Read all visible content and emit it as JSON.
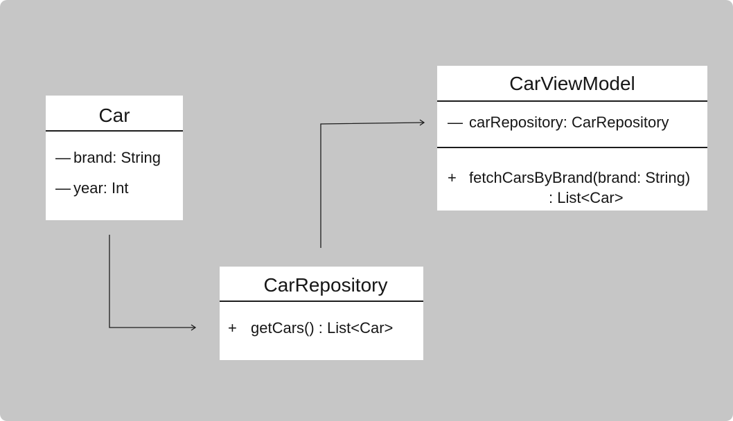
{
  "colors": {
    "background": "#c6c6c6",
    "box_fill": "#ffffff",
    "line": "#1c1c1c",
    "text": "#161616"
  },
  "car": {
    "name": "Car",
    "attributes": [
      {
        "visibility": "—",
        "text": "brand: String"
      },
      {
        "visibility": "—",
        "text": "year: Int"
      }
    ]
  },
  "car_repository": {
    "name": "CarRepository",
    "methods": [
      {
        "visibility": "+",
        "text": "getCars() : List<Car>"
      }
    ]
  },
  "car_view_model": {
    "name": "CarViewModel",
    "attributes": [
      {
        "visibility": "—",
        "text": "carRepository: CarRepository"
      }
    ],
    "methods": [
      {
        "visibility": "+",
        "text": "fetchCarsByBrand(brand: String)",
        "continuation": ": List<Car>"
      }
    ]
  },
  "connectors": [
    {
      "from": "Car",
      "to": "CarRepository",
      "style": "elbow-arrow"
    },
    {
      "from": "CarRepository",
      "to": "CarViewModel",
      "style": "elbow-arrow"
    }
  ]
}
